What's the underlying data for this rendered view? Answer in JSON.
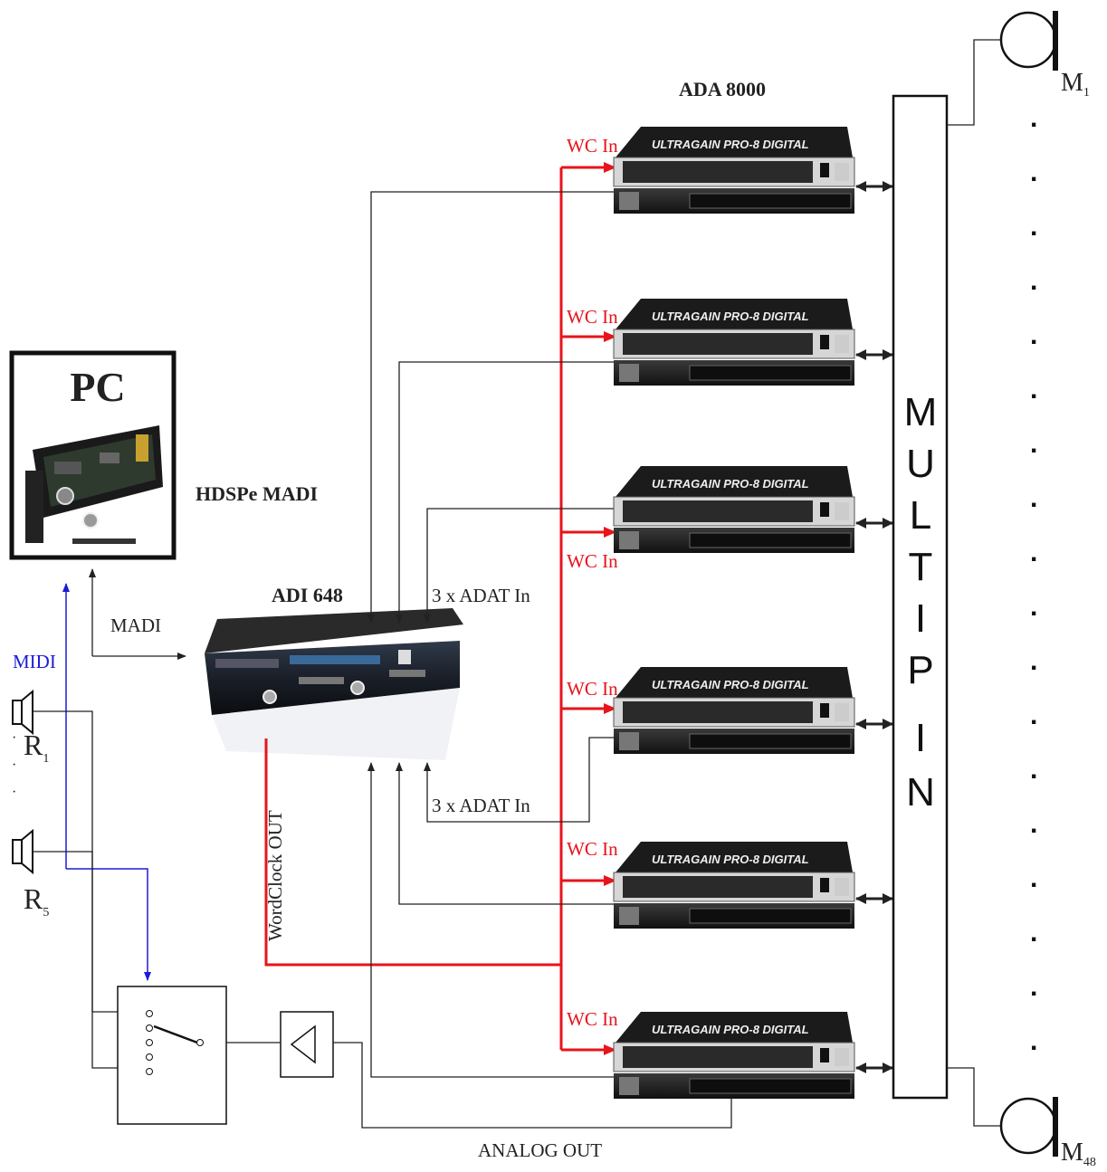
{
  "labels": {
    "pc": "PC",
    "hdspe": "HDSPe MADI",
    "madi": "MADI",
    "midi": "MIDI",
    "adi": "ADI 648",
    "ada": "ADA 8000",
    "adat_in_top": "3 x ADAT In",
    "adat_in_bottom": "3 x ADAT In",
    "wordclock_out": "WordClock OUT",
    "analog_out": "ANALOG OUT",
    "multipin_letters": [
      "M",
      "U",
      "L",
      "T",
      "I",
      "P",
      "I",
      "N"
    ],
    "mic_top": "M",
    "mic_top_sub": "1",
    "mic_bottom": "M",
    "mic_bottom_sub": "48",
    "speaker_top": "R",
    "speaker_top_sub": "1",
    "speaker_bottom": "R",
    "speaker_bottom_sub": "5"
  },
  "ada_units": [
    {
      "wc_label": "WC In",
      "brand": "ULTRAGAIN PRO-8 DIGITAL"
    },
    {
      "wc_label": "WC In",
      "brand": "ULTRAGAIN PRO-8 DIGITAL"
    },
    {
      "wc_label": "WC In",
      "brand": "ULTRAGAIN PRO-8 DIGITAL"
    },
    {
      "wc_label": "WC In",
      "brand": "ULTRAGAIN PRO-8 DIGITAL"
    },
    {
      "wc_label": "WC In",
      "brand": "ULTRAGAIN PRO-8 DIGITAL"
    },
    {
      "wc_label": "WC In",
      "brand": "ULTRAGAIN PRO-8 DIGITAL"
    }
  ],
  "colors": {
    "wordclock": "#e8141b",
    "midi": "#1b1bd6",
    "wiring": "#222222",
    "device": "#1c1c1c"
  }
}
